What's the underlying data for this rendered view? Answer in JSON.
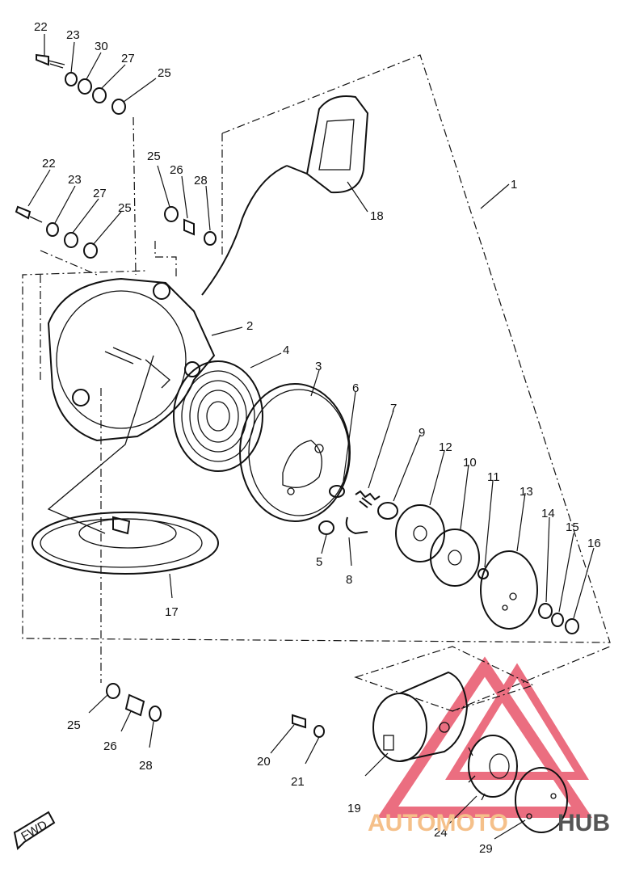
{
  "labels": {
    "p1": "1",
    "p2": "2",
    "p3": "3",
    "p4": "4",
    "p5": "5",
    "p6": "6",
    "p7": "7",
    "p8": "8",
    "p9": "9",
    "p10": "10",
    "p11": "11",
    "p12": "12",
    "p13": "13",
    "p14": "14",
    "p15": "15",
    "p16": "16",
    "p17": "17",
    "p18": "18",
    "p19": "19",
    "p20": "20",
    "p21": "21",
    "p22a": "22",
    "p22b": "22",
    "p23a": "23",
    "p23b": "23",
    "p24": "24",
    "p25a": "25",
    "p25b": "25",
    "p25c": "25",
    "p25d": "25",
    "p26a": "26",
    "p26b": "26",
    "p27a": "27",
    "p27b": "27",
    "p28a": "28",
    "p28b": "28",
    "p29": "29",
    "p30": "30"
  },
  "fwd_label": "FWD",
  "watermark": {
    "part1": "AUTOMOTO",
    "part2": "HUB",
    "color_primary": "#e8556a",
    "color_secondary": "#f5c08a",
    "color_dark": "#555555"
  }
}
